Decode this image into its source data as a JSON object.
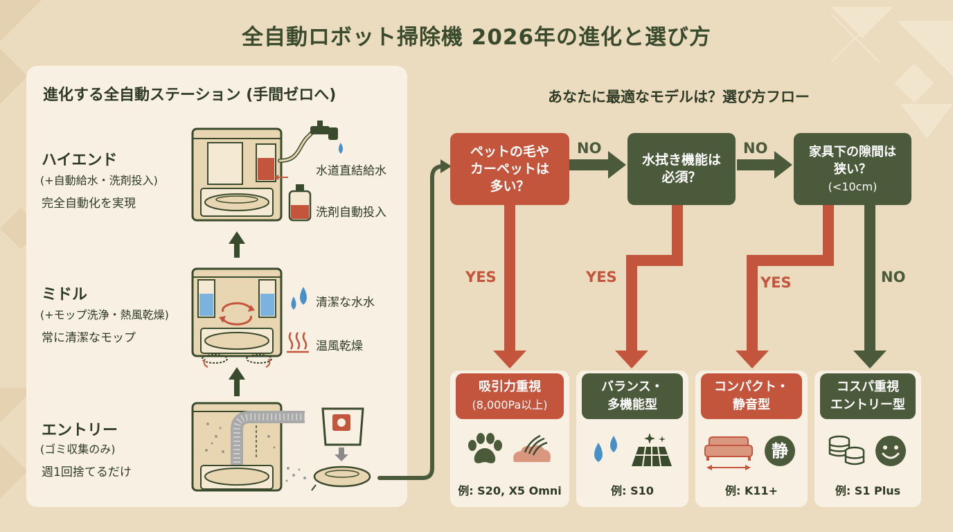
{
  "title": "全自動ロボット掃除機 2026年の進化と選び方",
  "left_panel": {
    "heading": "進化する全自動ステーション (手間ゼロへ)",
    "tiers": [
      {
        "name": "ハイエンド",
        "features": "(+自動給水・洗剤投入)",
        "desc": "完全自動化を実現",
        "annotations": [
          "水道直結給水",
          "洗剤自動投入"
        ]
      },
      {
        "name": "ミドル",
        "features": "(+モップ洗浄・熱風乾燥)",
        "desc": "常に清潔なモップ",
        "annotations": [
          "清潔な水水",
          "温風乾燥"
        ]
      },
      {
        "name": "エントリー",
        "features": "(ゴミ収集のみ)",
        "desc": "週1回捨てるだけ",
        "annotations": []
      }
    ]
  },
  "flow": {
    "heading": "あなたに最適なモデルは？選び方フロー",
    "questions": [
      {
        "lines": [
          "ペットの毛や",
          "カーペットは",
          "多い？"
        ]
      },
      {
        "lines": [
          "水拭き機能は",
          "必須？"
        ]
      },
      {
        "lines": [
          "家具下の隙間は",
          "狭い？",
          "(<10cm)"
        ]
      }
    ],
    "labels": {
      "no": "NO",
      "yes": "YES"
    },
    "results": [
      {
        "lines": [
          "吸引力重視",
          "(8,000Pa以上)"
        ],
        "example": "例: S20, X5 Omni",
        "icons": [
          "paw-icon",
          "hair-icon"
        ]
      },
      {
        "lines": [
          "バランス・",
          "多機能型"
        ],
        "example": "例: S10",
        "icons": [
          "water-drops-icon",
          "shiny-floor-icon"
        ]
      },
      {
        "lines": [
          "コンパクト・",
          "静音型"
        ],
        "example": "例: K11+",
        "icons": [
          "sofa-icon",
          "quiet-seal-icon"
        ],
        "seal": "静"
      },
      {
        "lines": [
          "コスパ重視",
          "エントリー型"
        ],
        "example": "例: S1 Plus",
        "icons": [
          "coins-icon",
          "smiley-icon"
        ]
      }
    ]
  },
  "colors": {
    "background": "#ecdcbf",
    "panel": "#f8f1e3",
    "accent_red": "#c4553d",
    "accent_green": "#4a5a3a",
    "text": "#2e3a24"
  }
}
